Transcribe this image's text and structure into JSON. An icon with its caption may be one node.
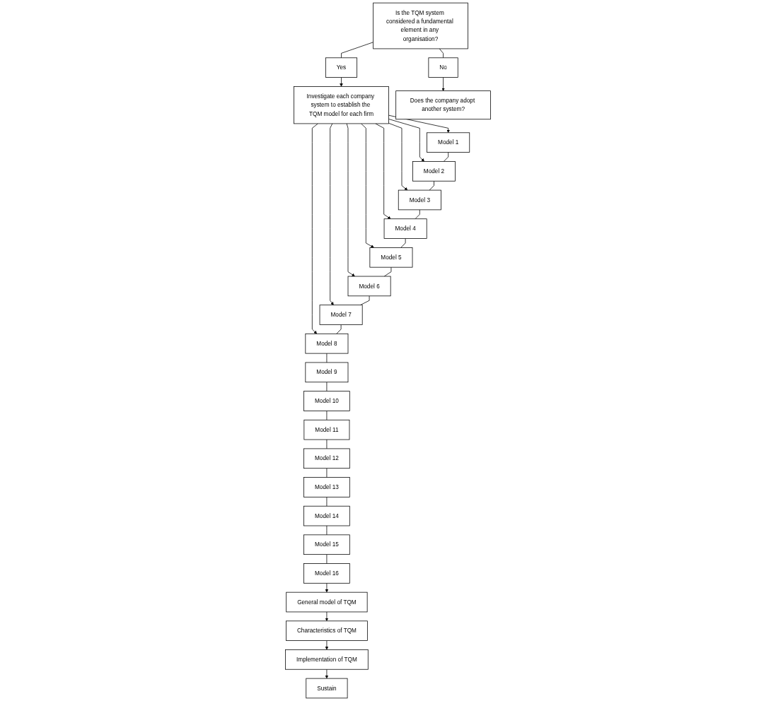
{
  "diagram": {
    "nodes": [
      {
        "text": [
          "Is the TQM system considered a fundamental element in any organisation?"
        ]
      },
      {
        "text": [
          "Yes"
        ]
      },
      {
        "text": [
          "No"
        ]
      },
      {
        "text": [
          "Investigate each company system to establish the TQM model for each firm"
        ]
      },
      {
        "text": [
          "Does the company adopt another system?"
        ]
      },
      {
        "text": [
          "Model 1"
        ]
      },
      {
        "text": [
          "Model 2"
        ]
      },
      {
        "text": [
          "Model 3"
        ]
      },
      {
        "text": [
          "Model 4"
        ]
      },
      {
        "text": [
          "Model 5"
        ]
      },
      {
        "text": [
          "Model 6"
        ]
      },
      {
        "text": [
          "Model 7"
        ]
      },
      {
        "text": [
          "Model 8"
        ]
      },
      {
        "text": [
          "Model 16"
        ]
      },
      {
        "text": [
          "Model 15"
        ]
      },
      {
        "text": [
          "Model 14"
        ]
      },
      {
        "text": [
          "Model 13"
        ]
      },
      {
        "text": [
          "Model 12"
        ]
      },
      {
        "text": [
          "Model 11"
        ]
      },
      {
        "text": [
          "Model 10"
        ]
      },
      {
        "text": [
          "Model 9"
        ]
      },
      {
        "text": [
          "General model of TQM"
        ]
      },
      {
        "text": [
          "Sustain"
        ]
      },
      {
        "text": [
          "Implementation of TQM"
        ]
      },
      {
        "text": [
          "Characteristics of TQM"
        ]
      }
    ],
    "edges": [
      {
        "from": 0,
        "to": 1,
        "arrow": "none"
      },
      {
        "from": 0,
        "to": 2,
        "arrow": "none"
      },
      {
        "from": 1,
        "to": 3,
        "arrow": "to"
      },
      {
        "from": 2,
        "to": 4,
        "arrow": "to"
      },
      {
        "from": 3,
        "to": 5,
        "arrow": "to"
      },
      {
        "from": 3,
        "to": 6,
        "arrow": "to"
      },
      {
        "from": 3,
        "to": 7,
        "arrow": "to"
      },
      {
        "from": 3,
        "to": 8,
        "arrow": "to"
      },
      {
        "from": 3,
        "to": 9,
        "arrow": "to"
      },
      {
        "from": 3,
        "to": 10,
        "arrow": "to"
      },
      {
        "from": 3,
        "to": 11,
        "arrow": "to"
      },
      {
        "from": 3,
        "to": 12,
        "arrow": "to"
      },
      {
        "from": 5,
        "to": 6,
        "arrow": "none"
      },
      {
        "from": 6,
        "to": 7,
        "arrow": "none"
      },
      {
        "from": 7,
        "to": 8,
        "arrow": "none"
      },
      {
        "from": 8,
        "to": 9,
        "arrow": "none"
      },
      {
        "from": 9,
        "to": 10,
        "arrow": "none"
      },
      {
        "from": 10,
        "to": 11,
        "arrow": "none"
      },
      {
        "from": 11,
        "to": 12,
        "arrow": "none"
      },
      {
        "from": 12,
        "to": 20,
        "arrow": "none"
      },
      {
        "from": 20,
        "to": 19,
        "arrow": "none"
      },
      {
        "from": 19,
        "to": 18,
        "arrow": "none"
      },
      {
        "from": 18,
        "to": 17,
        "arrow": "none"
      },
      {
        "from": 17,
        "to": 16,
        "arrow": "none"
      },
      {
        "from": 16,
        "to": 15,
        "arrow": "none"
      },
      {
        "from": 15,
        "to": 14,
        "arrow": "none"
      },
      {
        "from": 14,
        "to": 13,
        "arrow": "none"
      },
      {
        "from": 13,
        "to": 21,
        "arrow": "to"
      },
      {
        "from": 21,
        "to": 24,
        "arrow": "to"
      },
      {
        "from": 24,
        "to": 23,
        "arrow": "to"
      },
      {
        "from": 23,
        "to": 22,
        "arrow": "to"
      }
    ]
  }
}
